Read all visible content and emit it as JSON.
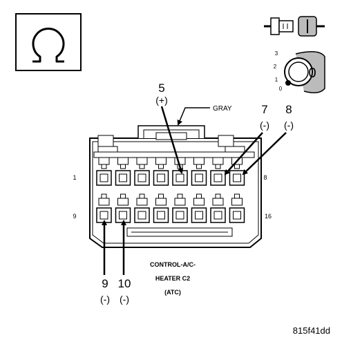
{
  "meter_symbol": "ohm-meter-icon",
  "ignition": {
    "positions": [
      "3",
      "2",
      "1",
      "0"
    ],
    "key_label": "0"
  },
  "connector": {
    "color_label": "GRAY",
    "row_start_labels": [
      "1",
      "9"
    ],
    "row_end_labels": [
      "8",
      "16"
    ],
    "caption_lines": [
      "CONTROL-A/C-",
      "HEATER C2",
      "(ATC)"
    ],
    "pins_per_row": 8,
    "callouts": [
      {
        "pin": "5",
        "sign": "(+)"
      },
      {
        "pin": "7",
        "sign": "(-)"
      },
      {
        "pin": "8",
        "sign": "(-)"
      },
      {
        "pin": "9",
        "sign": "(-)"
      },
      {
        "pin": "10",
        "sign": "(-)"
      }
    ]
  },
  "figure_id": "815f41dd"
}
